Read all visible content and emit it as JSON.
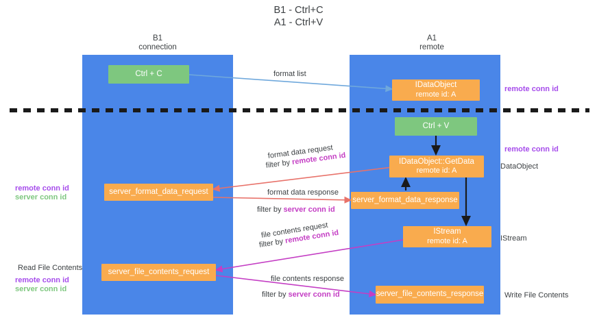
{
  "title": {
    "line1": "B1 - Ctrl+C",
    "line2": "A1 - Ctrl+V"
  },
  "columns": {
    "left": {
      "name": "B1",
      "role": "connection"
    },
    "right": {
      "name": "A1",
      "role": "remote"
    }
  },
  "nodes": {
    "ctrl_c": {
      "label": "Ctrl + C"
    },
    "idataobject": {
      "line1": "IDataObject",
      "line2": "remote id: A"
    },
    "ctrl_v": {
      "label": "Ctrl + V"
    },
    "getdata": {
      "line1": "IDataObject::GetData",
      "line2": "remote id: A"
    },
    "server_format_data_request": {
      "label": "server_format_data_request"
    },
    "server_format_data_response": {
      "label": "server_format_data_response"
    },
    "istream": {
      "line1": "IStream",
      "line2": "remote id: A"
    },
    "server_file_contents_request": {
      "label": "server_file_contents_request"
    },
    "server_file_contents_response": {
      "label": "server_file_contents_response"
    }
  },
  "edge_labels": {
    "format_list": "format list",
    "format_data_request": "format data request",
    "format_data_request_filter_prefix": "filter by ",
    "format_data_request_filter_value": "remote conn id",
    "format_data_response": "format data response",
    "format_data_response_filter_prefix": "filter by ",
    "format_data_response_filter_value": "server conn id",
    "file_contents_request": "file contents request",
    "file_contents_request_filter_prefix": "filter by ",
    "file_contents_request_filter_value": "remote conn id",
    "file_contents_response": "file contents response",
    "file_contents_response_filter_prefix": "filter by ",
    "file_contents_response_filter_value": "server conn id"
  },
  "annotations": {
    "right_remote_conn_id_top": "remote conn id",
    "right_remote_conn_id_mid": "remote conn id",
    "right_dataobject": "DataObject",
    "right_istream": "IStream",
    "right_write_file_contents": "Write File Contents",
    "left_remote_conn_id": "remote conn id",
    "left_server_conn_id": "server conn id",
    "left_read_file_contents": "Read File Contents",
    "left_remote_conn_id_2": "remote conn id",
    "left_server_conn_id_2": "server conn id"
  },
  "colors": {
    "lane": "#4a86e8",
    "green_node": "#7ec77f",
    "orange_node": "#f9ab4e",
    "purple": "#a64ceb",
    "magenta": "#c43ec4",
    "green_text": "#7ec77f",
    "red_arrow": "#e8726a",
    "blue_arrow": "#6fa8dc",
    "black": "#000000",
    "text": "#3c4043"
  }
}
